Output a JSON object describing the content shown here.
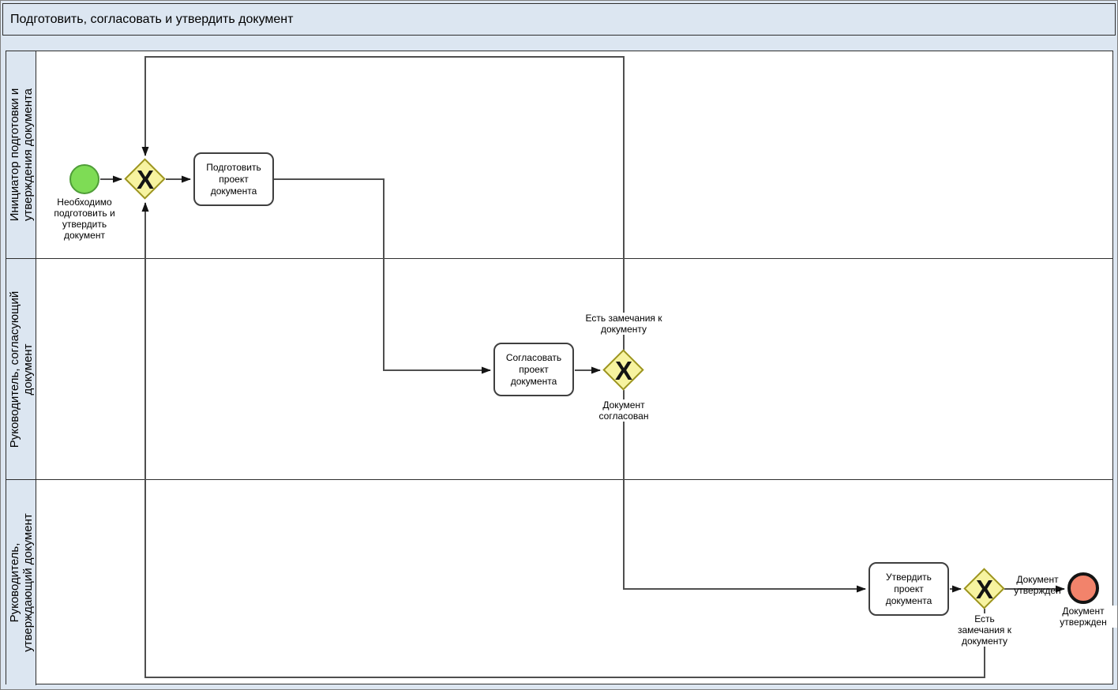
{
  "process": {
    "title": "Подготовить, согласовать и утвердить документ"
  },
  "lanes": [
    {
      "label": "Инициатор подготовки и утверждения документа"
    },
    {
      "label": "Руководитель, согласующий документ"
    },
    {
      "label": "Руководитель, утверждающий документ"
    }
  ],
  "nodes": {
    "start_event": {
      "type": "start",
      "label": "Необходимо подготовить и утвердить документ"
    },
    "gateway_merge": {
      "type": "xor-gateway",
      "symbol": "X"
    },
    "task_prepare": {
      "label": "Подготовить проект документа"
    },
    "task_agree": {
      "label": "Согласовать проект документа"
    },
    "gateway_agree": {
      "type": "xor-gateway",
      "symbol": "X",
      "label_top": "Есть замечания к документу",
      "label_bottom": "Документ согласован"
    },
    "task_approve": {
      "label": "Утвердить проект документа"
    },
    "gateway_approve": {
      "type": "xor-gateway",
      "symbol": "X",
      "label_right": "Документ утвержден",
      "label_bottom": "Есть замечания к документу"
    },
    "end_event": {
      "type": "end",
      "label": "Документ утвержден"
    }
  },
  "colors": {
    "background": "#dce6f1",
    "lane_strip": "#dce6f1",
    "content": "#ffffff",
    "line": "#2e2e2e",
    "connector": "#4f4f4f",
    "gateway_fill": "#f7f3a0",
    "gateway_border": "#9c941f",
    "start_fill": "#7edc55",
    "start_border": "#4f9d38",
    "end_fill": "#f2836b",
    "end_border": "#141414"
  }
}
